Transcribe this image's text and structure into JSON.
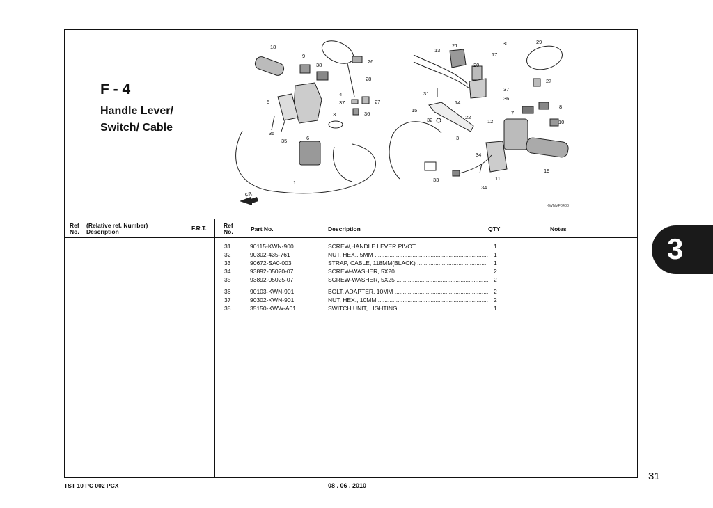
{
  "section": {
    "code": "F - 4",
    "title_lines": [
      "Handle Lever/",
      "Switch/ Cable"
    ]
  },
  "left_header": {
    "ref_no": "Ref\nNo.",
    "ref_no_a": "Ref",
    "ref_no_b": "No.",
    "relative": "(Relative ref. Number)",
    "description": "Description",
    "frt": "F.R.T."
  },
  "table_header": {
    "ref_a": "Ref",
    "ref_b": "No.",
    "part_no": "Part No.",
    "description": "Description",
    "qty": "QTY",
    "notes": "Notes"
  },
  "rows": [
    {
      "ref": "31",
      "part": "90115-KWN-900",
      "desc": "SCREW,HANDLE LEVER PIVOT",
      "qty": "1"
    },
    {
      "ref": "32",
      "part": "90302-435-761",
      "desc": "NUT, HEX., 5MM",
      "qty": "1"
    },
    {
      "ref": "33",
      "part": "90672-SA0-003",
      "desc": "STRAP, CABLE, 118MM(BLACK)",
      "qty": "1"
    },
    {
      "ref": "34",
      "part": "93892-05020-07",
      "desc": "SCREW-WASHER, 5X20",
      "qty": "2"
    },
    {
      "ref": "35",
      "part": "93892-05025-07",
      "desc": "SCREW-WASHER, 5X25",
      "qty": "2"
    },
    {
      "ref": "36",
      "part": "90103-KWN-901",
      "desc": "BOLT, ADAPTER, 10MM",
      "qty": "2"
    },
    {
      "ref": "37",
      "part": "90302-KWN-901",
      "desc": "NUT, HEX., 10MM",
      "qty": "2"
    },
    {
      "ref": "38",
      "part": "35150-KWW-A01",
      "desc": "SWITCH UNIT, LIGHTING",
      "qty": "1"
    }
  ],
  "diagram": {
    "illustration_code": "KWNVF0400",
    "front_marker": "FR.",
    "callouts": [
      "18",
      "9",
      "38",
      "26",
      "28",
      "4",
      "37",
      "27",
      "36",
      "5",
      "3",
      "35",
      "35",
      "6",
      "1",
      "21",
      "13",
      "30",
      "29",
      "17",
      "20",
      "27",
      "37",
      "36",
      "31",
      "14",
      "15",
      "22",
      "32",
      "7",
      "8",
      "12",
      "10",
      "3",
      "34",
      "33",
      "11",
      "34",
      "19"
    ]
  },
  "side_tab": {
    "number": "3"
  },
  "page_number": "31",
  "footer": {
    "doc_code": "TST 10 PC 002 PCX",
    "date": "08 . 06 . 2010"
  }
}
